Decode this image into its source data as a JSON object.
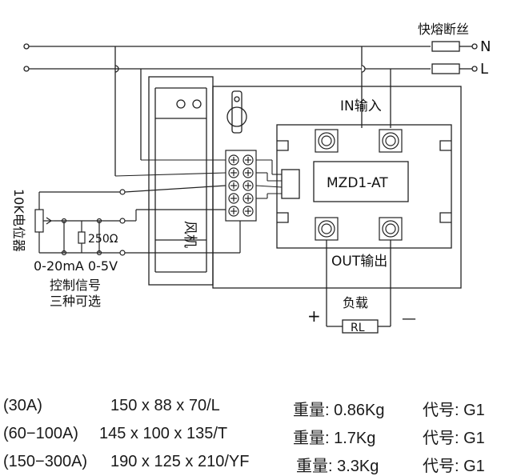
{
  "labels": {
    "fuse": "快熔断丝",
    "N": "N",
    "L": "L",
    "in_label": "IN输入",
    "out_label": "OUT输出",
    "model": "MZD1-AT",
    "fan": "风机",
    "pot": "10K电位器",
    "resistor": "250Ω",
    "signal_range": "0-20mA 0-5V",
    "control_line1": "控制信号",
    "control_line2": "三种可选",
    "load": "负载",
    "plus": "+",
    "minus": "—",
    "rl": "RL"
  },
  "specs": [
    {
      "range": "(30A)",
      "dims": "150 x 88 x 70/L",
      "weight": "重量: 0.86Kg",
      "code": "代号: G1"
    },
    {
      "range": "(60−100A)",
      "dims": "145 x 100 x 135/T",
      "weight": "重量: 1.7Kg",
      "code": "代号: G1"
    },
    {
      "range": "(150−300A)",
      "dims": "190 x 125 x 210/YF",
      "weight": "重量: 3.3Kg",
      "code": "代号: G1"
    }
  ]
}
